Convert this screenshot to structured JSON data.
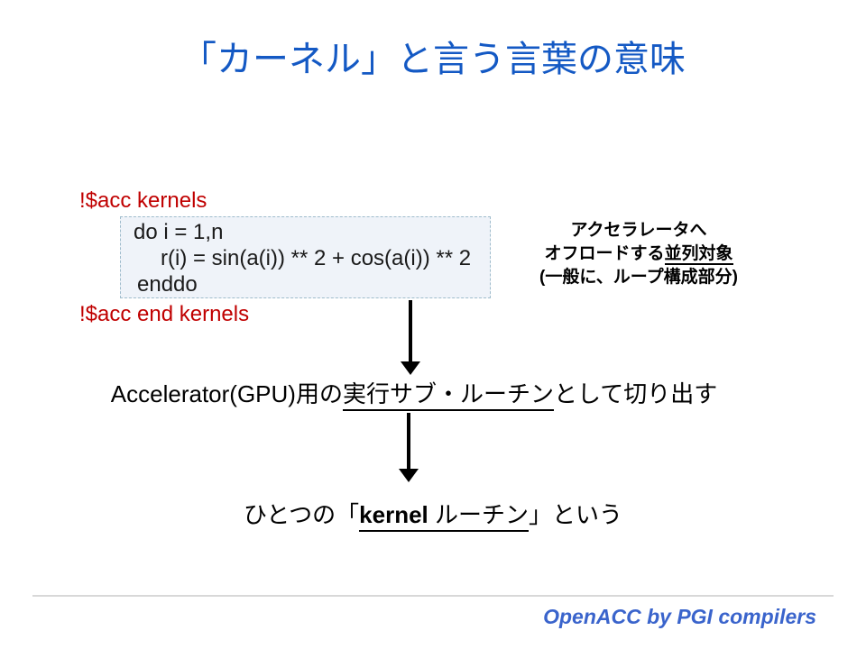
{
  "title": "「カーネル」と言う言葉の意味",
  "code": {
    "directive_open": "!$acc kernels",
    "directive_close": "!$acc end kernels",
    "lines": [
      "do i = 1,n",
      "r(i) = sin(a(i)) ** 2 + cos(a(i)) ** 2",
      "enddo"
    ]
  },
  "annotation": {
    "line1": "アクセラレータへ",
    "line2_prefix": "オフロードする",
    "line2_underlined": "並列対象",
    "line3": "(一般に、ループ構成部分)"
  },
  "step1": {
    "prefix": "Accelerator(GPU)用の",
    "underlined": "実行サブ・ルーチン",
    "suffix": "として切り出す"
  },
  "step2": {
    "prefix": "ひとつの「",
    "bold_underlined": "kernel ",
    "underlined": "ルーチン",
    "suffix": "」という"
  },
  "footer": {
    "credit": "OpenACC by PGI compilers"
  },
  "colors": {
    "title_blue": "#1459C4",
    "directive_red": "#C00000",
    "footer_blue": "#3A64CC",
    "code_box_background": "#EFF3F9",
    "code_box_border": "#9FBCCC"
  }
}
